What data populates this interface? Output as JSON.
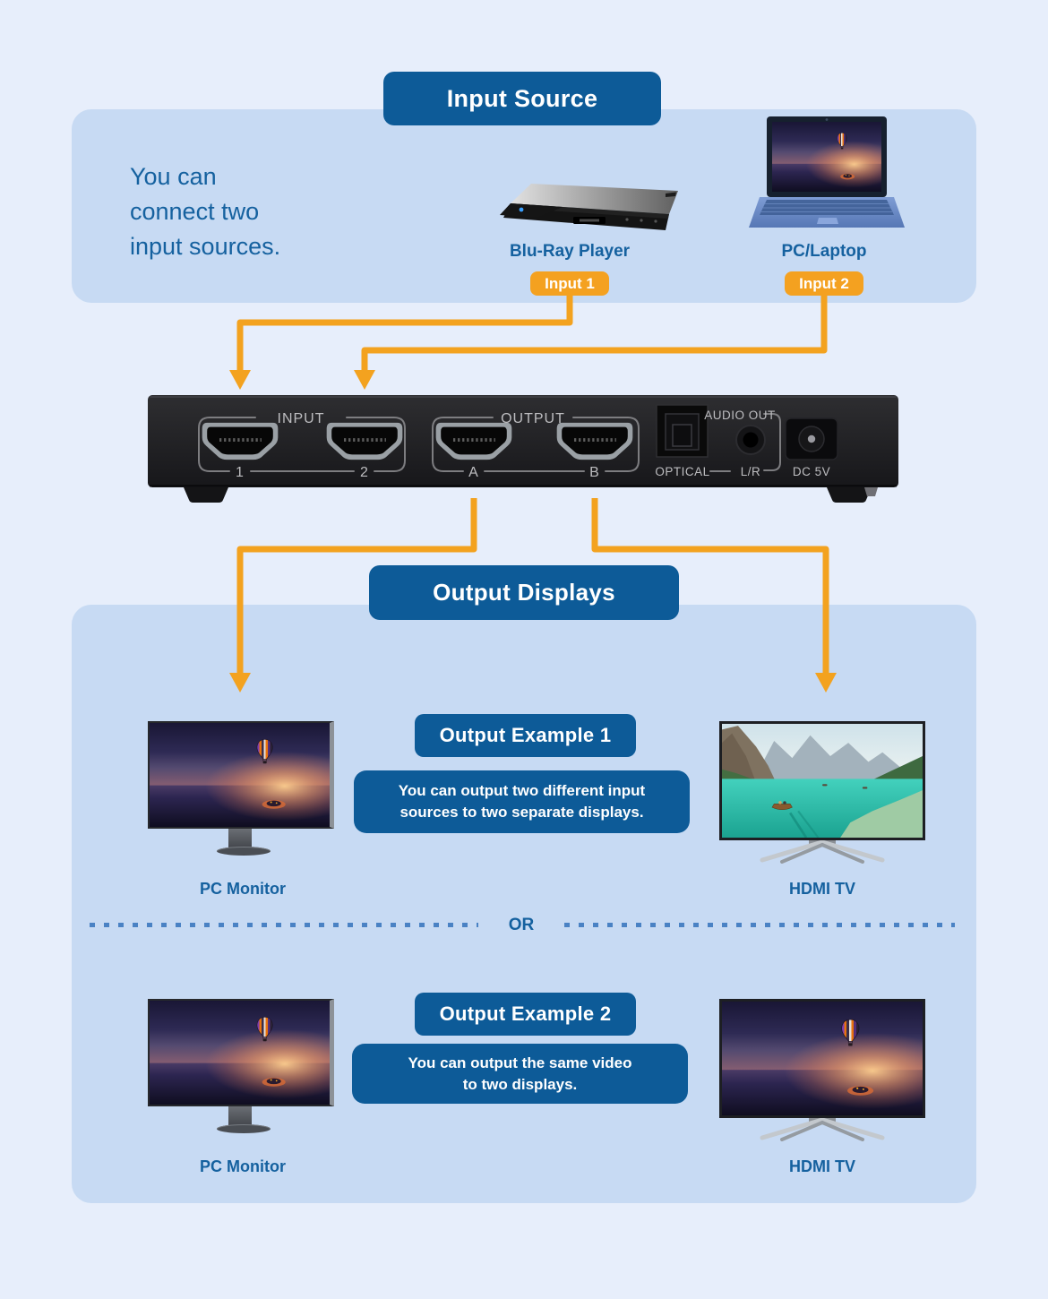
{
  "colors": {
    "outer_background": "#e7eefb",
    "panel_background": "#c7daf3",
    "badge_blue": "#0d5b98",
    "accent_orange": "#f4a120",
    "text_blue": "#15619f",
    "dash_blue": "#4a82c4"
  },
  "input_source": {
    "badge": "Input Source",
    "intro_lines": [
      "You can",
      "connect two",
      "input sources."
    ],
    "sources": [
      {
        "label": "Blu-Ray Player",
        "badge": "Input 1"
      },
      {
        "label": "PC/Laptop",
        "badge": "Input 2"
      }
    ]
  },
  "switch_device": {
    "input_group": "INPUT",
    "output_group": "OUTPUT",
    "audio_out": "AUDIO OUT",
    "port_1": "1",
    "port_2": "2",
    "port_a": "A",
    "port_b": "B",
    "optical": "OPTICAL",
    "lr": "L/R",
    "dc": "DC 5V"
  },
  "output_displays": {
    "badge": "Output Displays",
    "or": "OR",
    "example1": {
      "title": "Output Example 1",
      "desc_lines": [
        "You can output two different input",
        "sources to two separate displays."
      ],
      "left_device": "PC Monitor",
      "right_device": "HDMI TV"
    },
    "example2": {
      "title": "Output Example 2",
      "desc_lines": [
        "You can output the same video",
        "to two displays."
      ],
      "left_device": "PC Monitor",
      "right_device": "HDMI TV"
    }
  }
}
